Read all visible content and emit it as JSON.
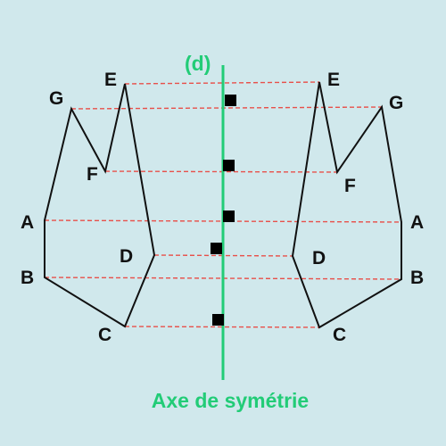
{
  "axis": {
    "name": "(d)",
    "caption": "Axe de symétrie",
    "color": "#22cc77"
  },
  "points": {
    "left": {
      "A": "A",
      "B": "B",
      "C": "C",
      "D": "D",
      "E": "E",
      "F": "F",
      "G": "G"
    },
    "right": {
      "A": "A",
      "B": "B",
      "C": "C",
      "D": "D",
      "E": "E",
      "F": "F",
      "G": "G"
    }
  },
  "colors": {
    "background": "#d0e8ec",
    "figure_outline": "#111111",
    "correspondence_lines": "#e8504a",
    "right_angle_marks": "#000000"
  }
}
